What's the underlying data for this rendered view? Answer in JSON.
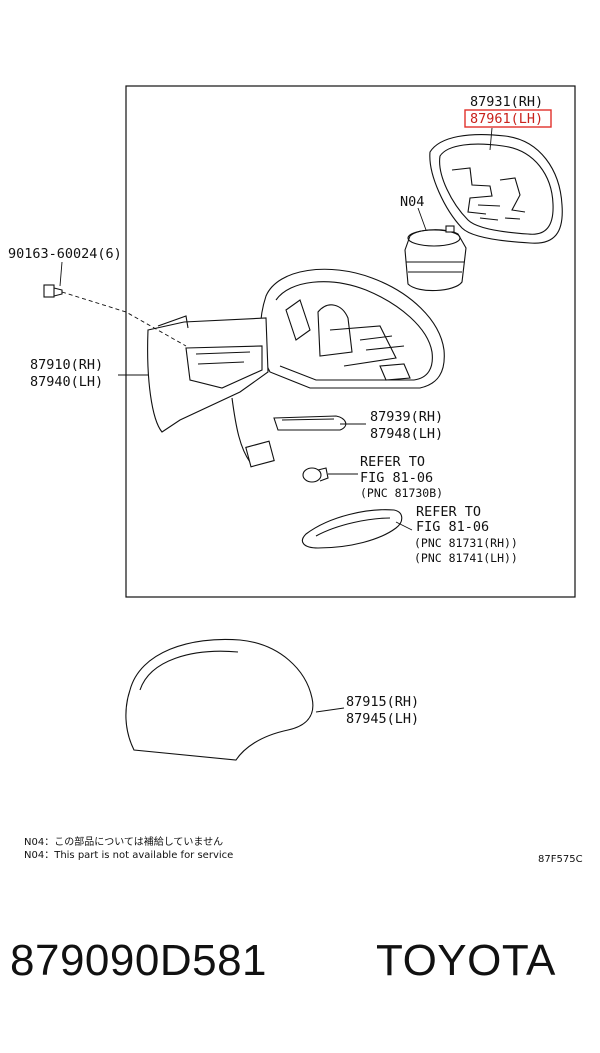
{
  "callouts": {
    "p87931_rh": "87931(RH)",
    "p87961_lh": "87961(LH)",
    "n04": "N04",
    "p90163": "90163-60024(6)",
    "p87910_rh": "87910(RH)",
    "p87940_lh": "87940(LH)",
    "p87939_rh": "87939(RH)",
    "p87948_lh": "87948(LH)",
    "refer1_line1": "REFER TO",
    "refer1_line2": "FIG 81-06",
    "refer1_line3": "(PNC 81730B)",
    "refer2_line1": "REFER TO",
    "refer2_line2": "FIG 81-06",
    "refer2_line3": "(PNC 81731(RH))",
    "refer2_line4": "(PNC 81741(LH))",
    "p87915_rh": "87915(RH)",
    "p87945_lh": "87945(LH)"
  },
  "notes": {
    "jp": "N04：この部品については補給していません",
    "en": "N04：This part is not available for service"
  },
  "figure_code": "87F575C",
  "footer": {
    "part_number": "879090D581",
    "brand": "TOYOTA"
  },
  "colors": {
    "highlight": "#e0312b"
  }
}
